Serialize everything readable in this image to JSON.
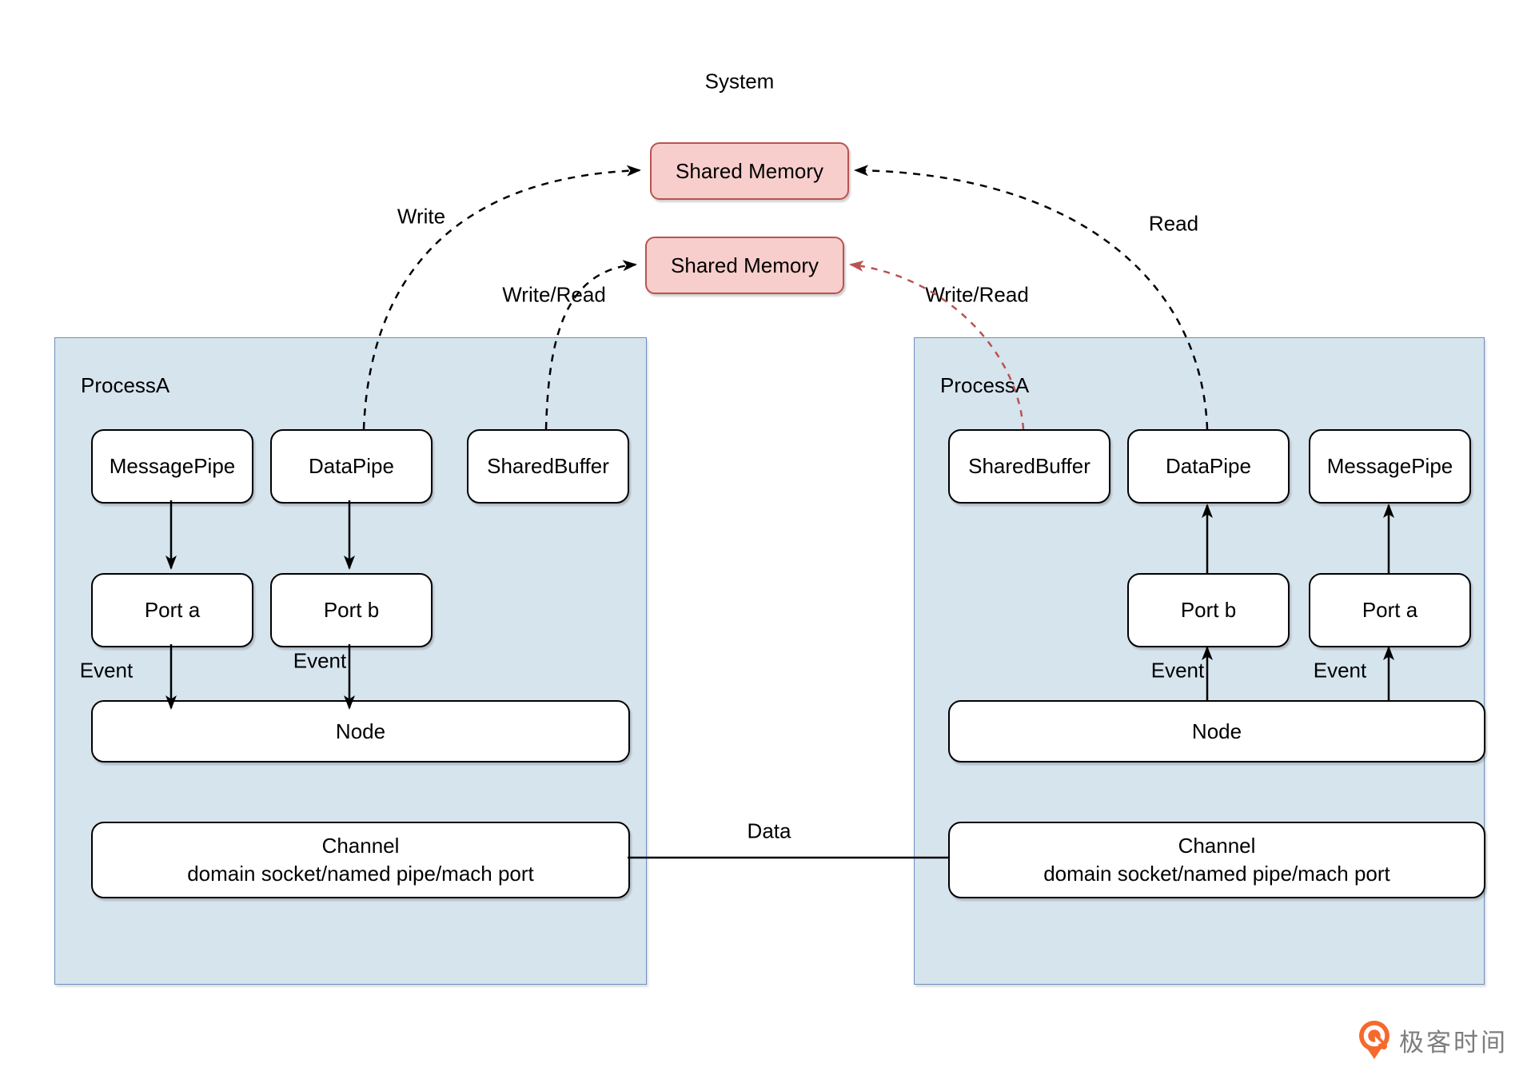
{
  "labels": {
    "system": "System",
    "write": "Write",
    "read": "Read",
    "write_read": "Write/Read",
    "event": "Event",
    "data": "Data"
  },
  "shared_memory": {
    "top_label": "Shared Memory",
    "bottom_label": "Shared Memory"
  },
  "left_process": {
    "name": "ProcessA",
    "row1": [
      "MessagePipe",
      "DataPipe",
      "SharedBuffer"
    ],
    "row2": [
      "Port a",
      "Port b"
    ],
    "node": "Node",
    "channel": {
      "line1": "Channel",
      "line2": "domain socket/named pipe/mach port"
    }
  },
  "right_process": {
    "name": "ProcessA",
    "row1": [
      "SharedBuffer",
      "DataPipe",
      "MessagePipe"
    ],
    "row2": [
      "Port b",
      "Port a"
    ],
    "node": "Node",
    "channel": {
      "line1": "Channel",
      "line2": "domain socket/named pipe/mach port"
    }
  },
  "logo": {
    "text": "极客时间"
  },
  "colors": {
    "process_fill": "#d6e4ee",
    "process_border": "#6c8ebf",
    "memory_fill": "#f8cecc",
    "memory_border": "#b85450",
    "red_arrow": "#b85450",
    "black_arrow": "#000000",
    "logo_orange": "#f6692c",
    "logo_text": "#7d7d7d"
  }
}
